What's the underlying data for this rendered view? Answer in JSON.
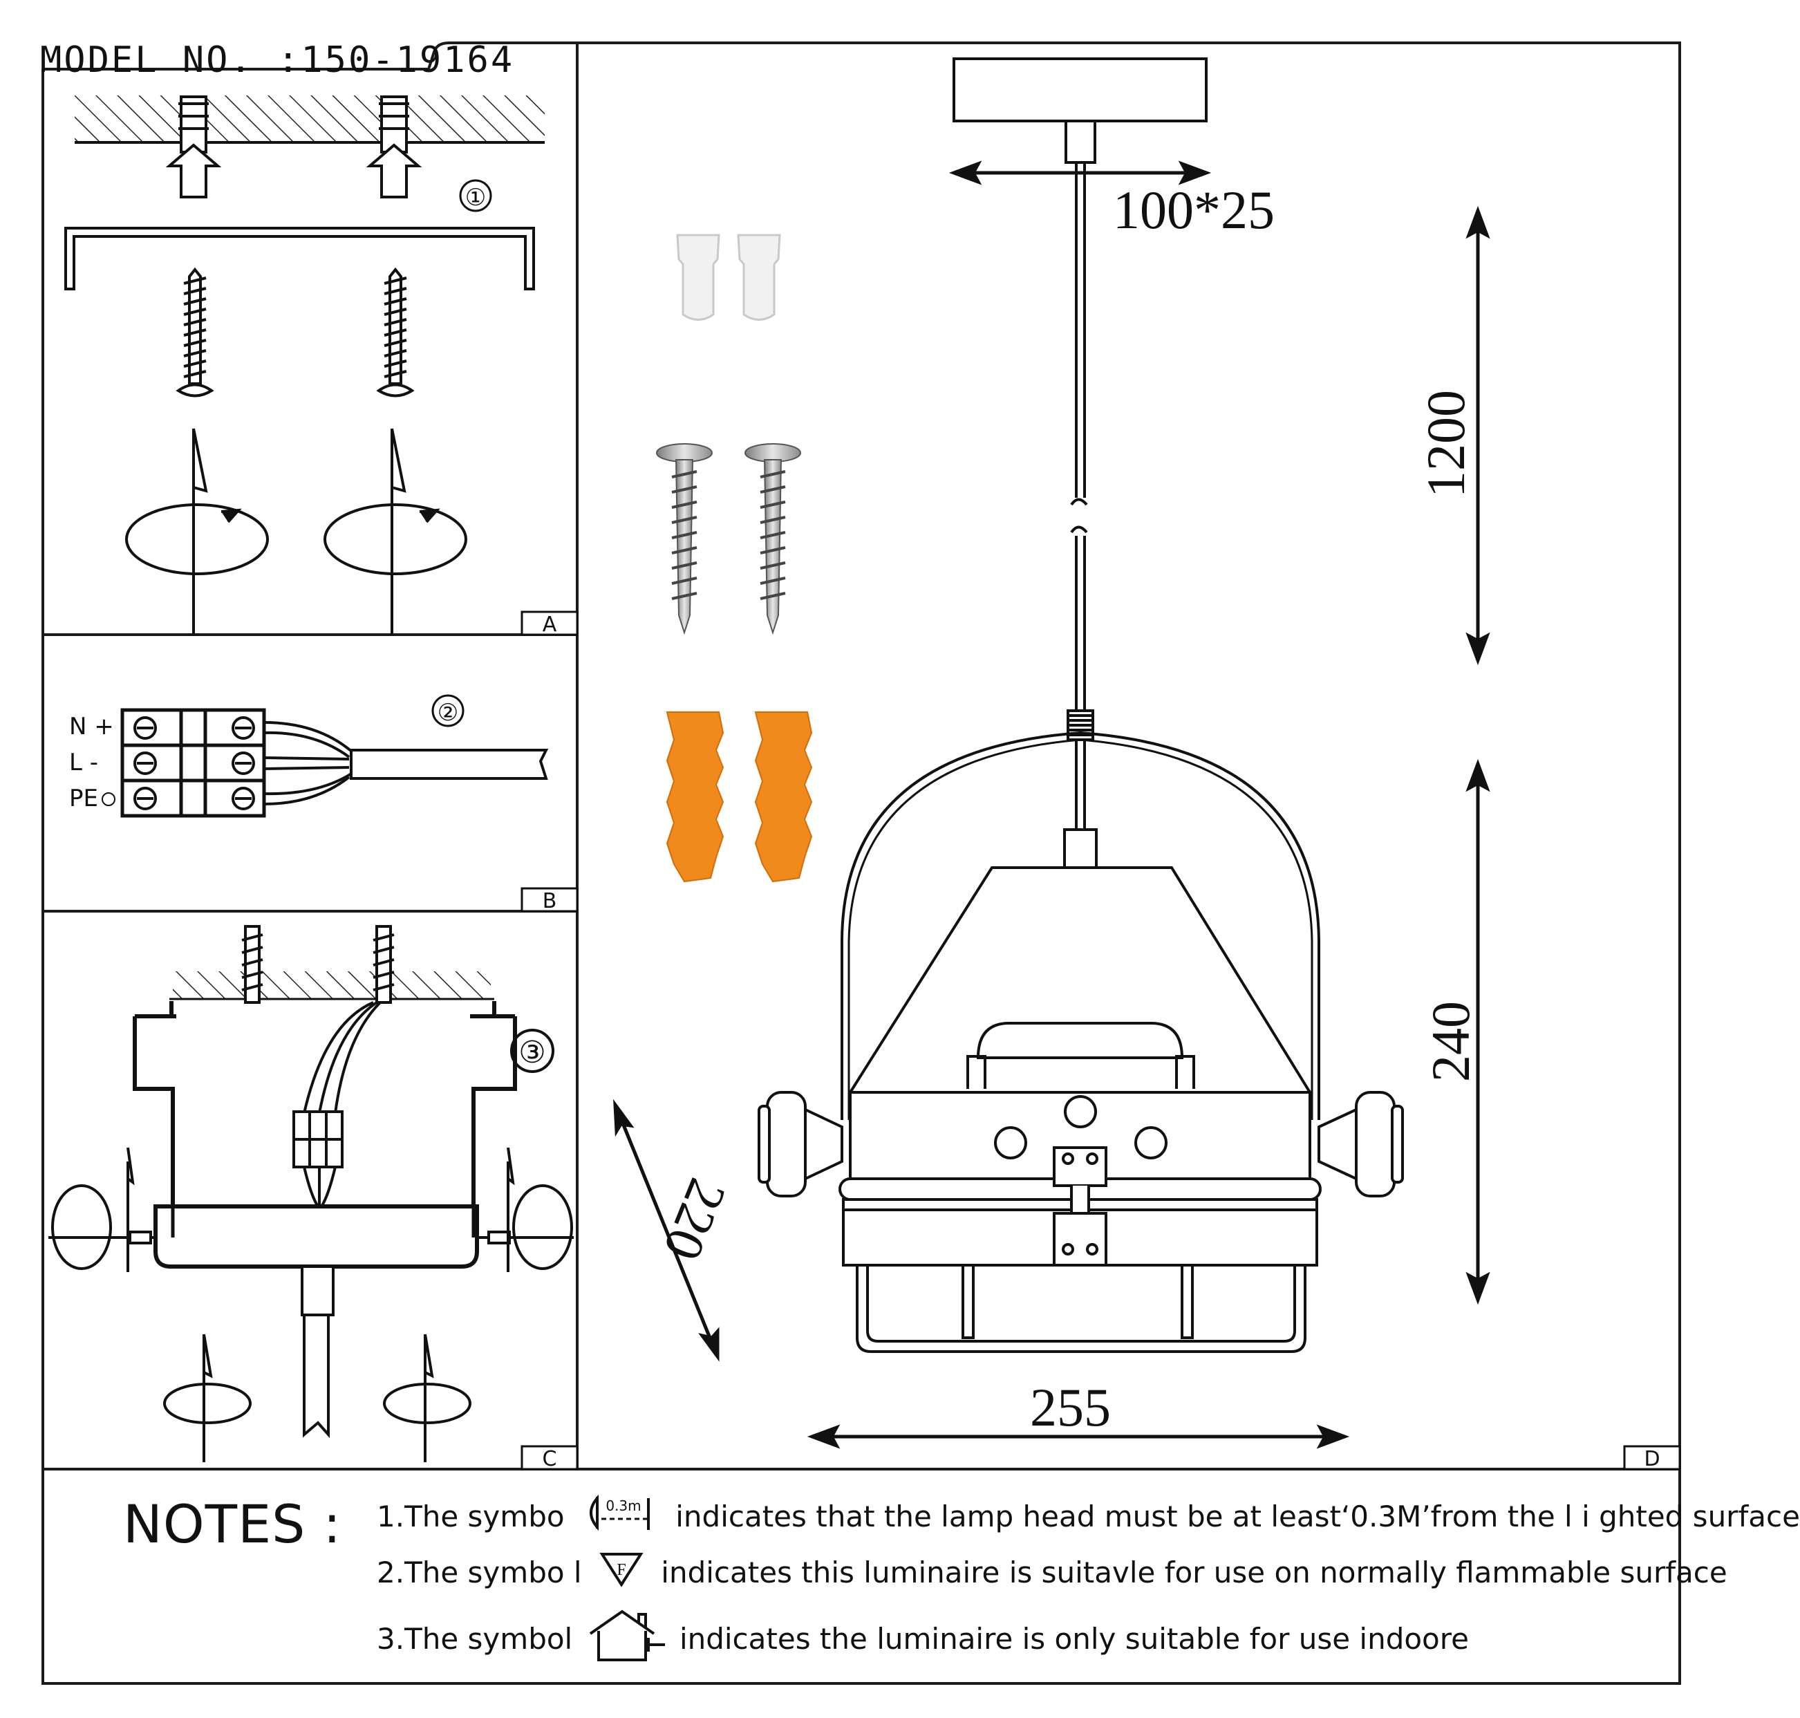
{
  "header": {
    "model_no": "MODEL NO. :150-19164"
  },
  "panels": {
    "A": {
      "label": "A",
      "step": "①"
    },
    "B": {
      "label": "B",
      "step": "②",
      "terminals": [
        "N +",
        "L -",
        "PE"
      ]
    },
    "C": {
      "label": "C",
      "step": "③"
    },
    "D": {
      "label": "D"
    }
  },
  "dimensions": {
    "canopy": "100*25",
    "cable": "1200",
    "height": "240",
    "depth": "220",
    "width": "255"
  },
  "notes": {
    "title": "NOTES :",
    "line1_prefix": "1.The symbo",
    "line1_symbol_text": "0.3m",
    "line1_suffix": "indicates that the lamp head must be at least‘0.3M’from the l i ghted surface",
    "line2_prefix": "2.The symbo l",
    "line2_symbol_text": "F",
    "line2_suffix": "indicates this luminaire is suitavle for use on normally flammable surface",
    "line3_prefix": "3.The symbol",
    "line3_suffix": "indicates the luminaire is only suitable for use indoore"
  },
  "colors": {
    "line": "#1a1a1a",
    "anchor": "#f08a1c",
    "connector": "#e8e8e8",
    "screw": "#9a9a9a"
  }
}
